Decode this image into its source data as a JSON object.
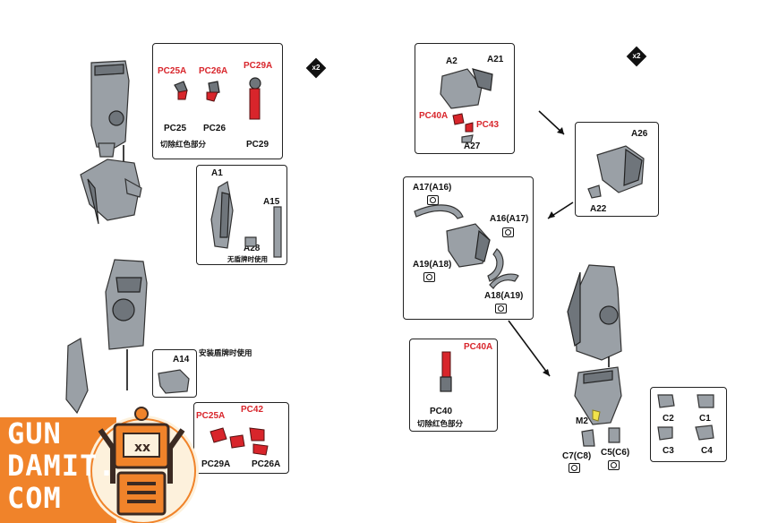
{
  "multiplier": "x2",
  "top_box": {
    "codes": [
      "PC25A",
      "PC26A",
      "PC29A"
    ],
    "parts": [
      "PC25",
      "PC26",
      "PC29"
    ],
    "note": "切除红色部分"
  },
  "a1_box": {
    "labels": [
      "A1",
      "A15",
      "A28"
    ],
    "note": "无盾牌时使用"
  },
  "a14_box": {
    "label": "A14",
    "note": "安装盾牌时使用"
  },
  "pc_box": {
    "labels": [
      "PC25A",
      "PC42",
      "PC29A",
      "PC26A"
    ]
  },
  "head_box": {
    "labels": [
      "A2",
      "A21",
      "PC40A",
      "PC43",
      "A27"
    ]
  },
  "a26_box": {
    "labels": [
      "A26",
      "A22"
    ]
  },
  "ring_box": {
    "labels": [
      "A17(A16)",
      "A16(A17)",
      "A19(A18)",
      "A18(A19)"
    ]
  },
  "pc40_box": {
    "code": "PC40A",
    "part": "PC40",
    "note": "切除红色部分"
  },
  "lower_labels": {
    "m2": "M2",
    "c7": "C7(C8)",
    "c5": "C5(C6)"
  },
  "hands_box": {
    "labels": [
      "C2",
      "C1",
      "C3",
      "C4"
    ]
  },
  "logo": {
    "line1": "GUN",
    "line2": "DAMIT.",
    "line3": "COM",
    "colors": {
      "orange": "#f0832a",
      "cream": "#fdf1dc",
      "dark": "#3b2a22"
    }
  }
}
